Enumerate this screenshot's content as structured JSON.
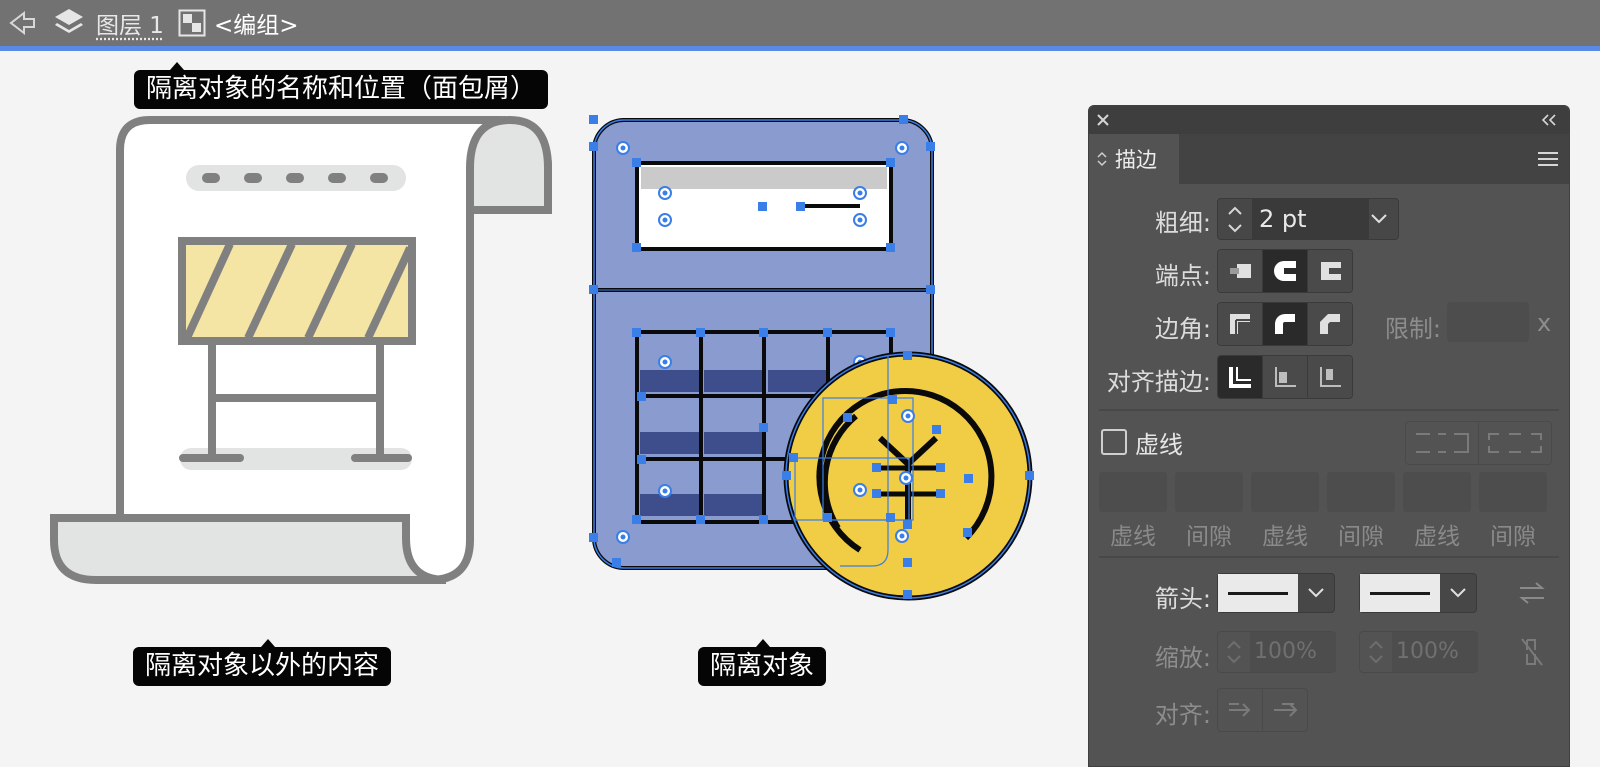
{
  "breadcrumb": {
    "layer": "图层 1",
    "group": "<编组>"
  },
  "callouts": {
    "breadcrumb_note": "隔离对象的名称和位置（面包屑）",
    "outside_note": "隔离对象以外的内容",
    "isolated_note": "隔离对象"
  },
  "panel": {
    "tab": "描边",
    "weight_label": "粗细:",
    "weight_value": "2 pt",
    "cap_label": "端点:",
    "corner_label": "边角:",
    "limit_label": "限制:",
    "limit_unit": "x",
    "align_label": "对齐描边:",
    "dashed_label": "虚线",
    "dash_fields": [
      "虚线",
      "间隙",
      "虚线",
      "间隙",
      "虚线",
      "间隙"
    ],
    "arrow_label": "箭头:",
    "scale_label": "缩放:",
    "scale_values": [
      "100%",
      "100%"
    ],
    "align_arrow_label": "对齐:"
  },
  "colors": {
    "topbar": "#727272",
    "selection": "#3a7ee8",
    "calculator": "#8a9bcf",
    "coin": "#f1cc45",
    "panel": "#535353"
  }
}
